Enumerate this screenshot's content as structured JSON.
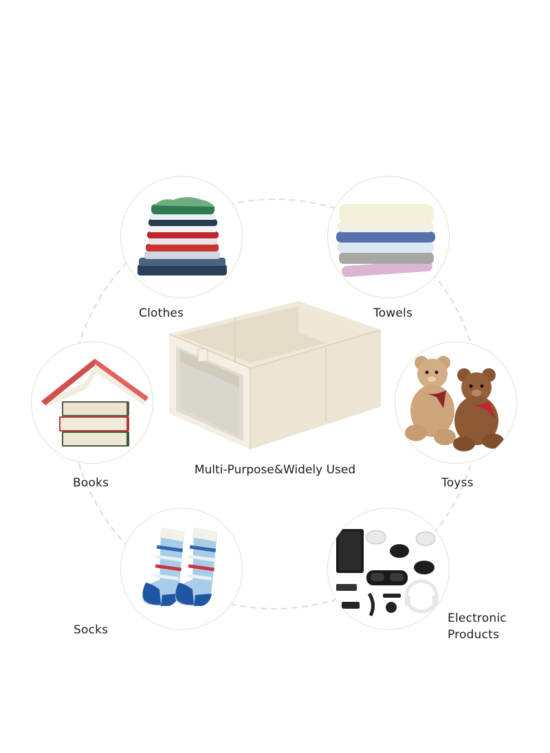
{
  "center_caption": "Multi-Purpose&Widely Used",
  "items": {
    "clothes": "Clothes",
    "towels": "Towels",
    "books": "Books",
    "toys": "Toyss",
    "socks": "Socks",
    "electronic_line1": "Electronic",
    "electronic_line2": "Products"
  },
  "colors": {
    "ring": "#e3dccb",
    "bubble_border": "#e6dfcf",
    "box_fabric": "#f2ede0",
    "text": "#1b1b1b"
  }
}
